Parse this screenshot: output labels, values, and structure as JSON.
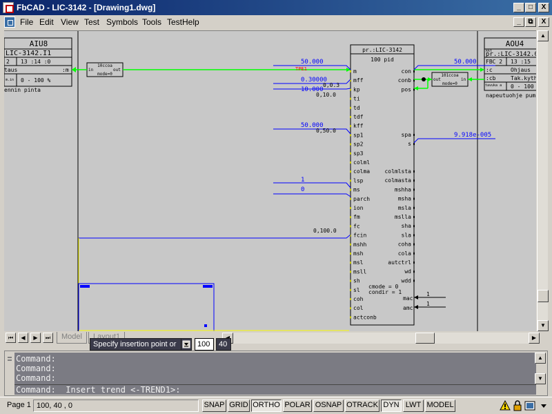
{
  "window": {
    "title": "FbCAD - LIC-3142 - [Drawing1.dwg]",
    "minimize_glyph": "_",
    "maximize_glyph": "□",
    "close_glyph": "X",
    "doc_minimize_glyph": "_",
    "doc_restore_glyph": "⧉",
    "doc_close_glyph": "X"
  },
  "menu": {
    "items": [
      {
        "label": "File"
      },
      {
        "label": "Edit"
      },
      {
        "label": "View"
      },
      {
        "label": "Test"
      },
      {
        "label": "Symbols"
      },
      {
        "label": "Tools"
      },
      {
        "label": "TestHelp"
      }
    ]
  },
  "drawing": {
    "left_block": {
      "title": "AIU8",
      "row1": "LIC-3142.I1",
      "row2_a": "2",
      "row2_b": "13 :14 :0",
      "label_left": "taus",
      "port": ":m",
      "range_prefix": "m.in",
      "range": "0 - 100 %",
      "footer": "ennin pinta"
    },
    "right_block": {
      "title": "AOU4",
      "row1_prefix": "kkt",
      "row1": "pr.:LIC-3142.0",
      "row2_a": "FBC 2",
      "row2_b": "13 :15",
      "port_c": ":c",
      "label_c": "Ohjaus",
      "port_cb": ":cb",
      "label_cb": "Tak.kyth",
      "range_prefix": "tavuka a",
      "range": "0 - 100",
      "footer": "napeutuohje pumpu"
    },
    "ccoa_left": {
      "title": "10ccoa",
      "in": "in",
      "out": "out",
      "mode": "mode=0"
    },
    "ccoa_right": {
      "title": "101ccoa",
      "in": "in",
      "out": "out",
      "mode": "mode=0"
    },
    "pid": {
      "title": "pr.:LIC-3142",
      "subtitle": "100 pid",
      "left_ports": [
        "m",
        "mff",
        "kp",
        "ti",
        "td",
        "tdf",
        "kff",
        "sp1",
        "sp2",
        "sp3",
        "colml",
        "colma",
        "lsp",
        "ms",
        "parch",
        "ion",
        "fm",
        "fc",
        "fcin",
        "mshh",
        "msh",
        "msl",
        "msll",
        "sh",
        "sl",
        "coh",
        "col",
        "actconb"
      ],
      "right_ports_top": [
        "con",
        "conb",
        "pos"
      ],
      "right_ports_mid": [
        "spa",
        "s"
      ],
      "right_ports_bottom": [
        "colmlsta",
        "colmasta",
        "mshha",
        "msha",
        "msla",
        "mslla",
        "sha",
        "sla",
        "coha",
        "cola",
        "autctrl",
        "wd",
        "wdd"
      ],
      "mode_text_1": "cmode = 0",
      "mode_text_2": "condir = 1",
      "mac": "mac",
      "amc": "amc"
    },
    "values": {
      "m_top": "50.000",
      "m_left": "50.000",
      "tpe": "TPE1",
      "mff": "0.30000",
      "mff_small": "0,0.3",
      "kp": "10.000",
      "kp_small": "0,10.0",
      "sp1": "50.000",
      "sp1_small": "0,50.0",
      "spa": "9.918e-005",
      "lsp": "1",
      "ms": "0",
      "fcin": "0,100.0",
      "mac_val": "1",
      "amc_val": "1"
    }
  },
  "tabs": {
    "nav": [
      "⏮",
      "◀",
      "▶",
      "⏭"
    ],
    "model": "Model",
    "layout": "Layout1"
  },
  "dynamic_input": {
    "prompt": "Specify insertion point or",
    "x": "100",
    "y": "40"
  },
  "command": {
    "history": [
      "Command:",
      "Command:",
      "Command:"
    ],
    "current": "Command:  Insert trend <-TREND1>:"
  },
  "status": {
    "page": "Page 1",
    "coords": "100, 40 , 0",
    "toggles": [
      {
        "label": "SNAP",
        "on": false
      },
      {
        "label": "GRID",
        "on": false
      },
      {
        "label": "ORTHO",
        "on": true
      },
      {
        "label": "POLAR",
        "on": false
      },
      {
        "label": "OSNAP",
        "on": false
      },
      {
        "label": "OTRACK",
        "on": false
      },
      {
        "label": "DYN",
        "on": true
      },
      {
        "label": "LWT",
        "on": false
      },
      {
        "label": "MODEL",
        "on": false
      }
    ]
  },
  "colors": {
    "wire_green": "#00ff00",
    "wire_blue": "#0000ff",
    "wire_yellow": "#ffff00",
    "canvas": "#c8c8c8"
  }
}
